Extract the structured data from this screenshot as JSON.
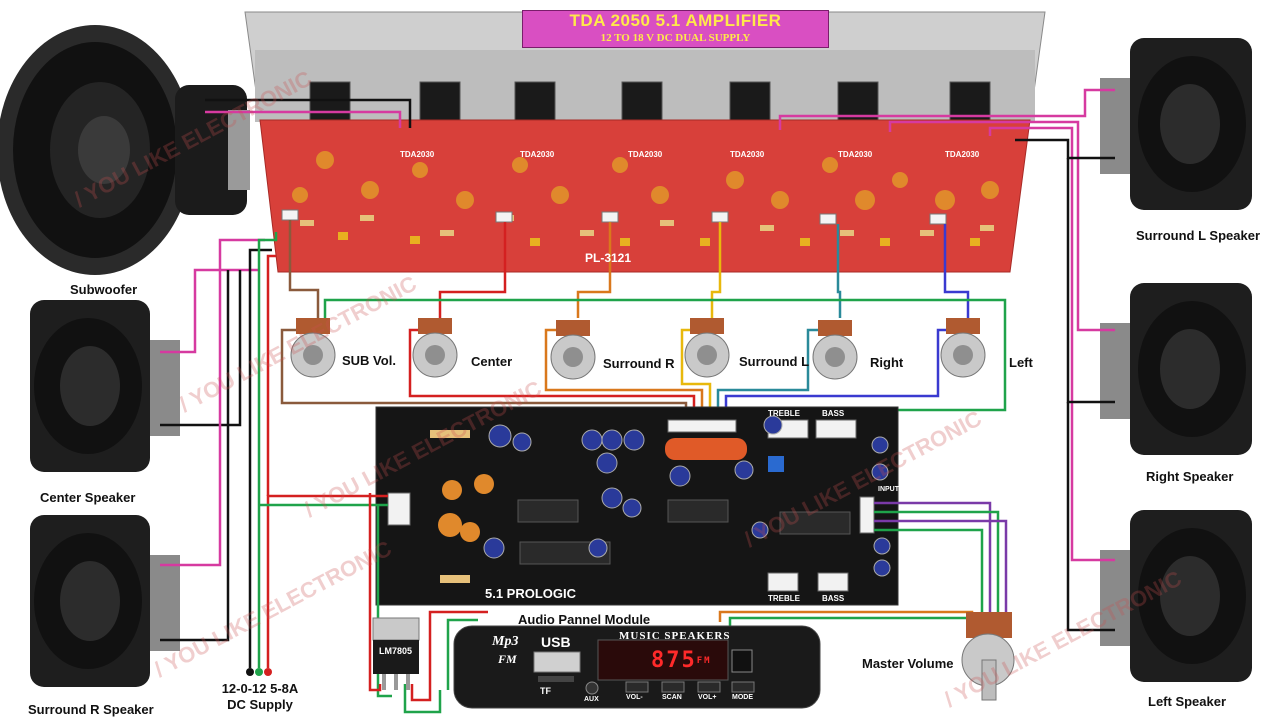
{
  "amplifier": {
    "title": "TDA 2050 5.1 AMPLIFIER",
    "subtitle": "12 TO 18 V DC DUAL SUPPLY",
    "board_code": "PL-3121",
    "chip_label": "TDA2030"
  },
  "potentiometers": [
    {
      "label": "SUB Vol."
    },
    {
      "label": "Center"
    },
    {
      "label": "Surround R"
    },
    {
      "label": "Surround L"
    },
    {
      "label": "Right"
    },
    {
      "label": "Left"
    }
  ],
  "speakers": {
    "subwoofer": "Subwoofer",
    "center": "Center Speaker",
    "surround_r": "Surround R Speaker",
    "surround_l": "Surround L Speaker",
    "right": "Right Speaker",
    "left": "Left Speaker"
  },
  "module": {
    "name": "Audio Pannel Module",
    "silk": "5.1 PROLOGIC",
    "treble": "TREBLE",
    "bass": "BASS",
    "input": "INPUT"
  },
  "regulator": "LM7805",
  "mp3": {
    "brand_line1": "Mp3",
    "brand_line2": "FM",
    "usb": "USB",
    "title": "MUSIC SPEAKERS",
    "display": "875",
    "display_suffix": "FM",
    "tf": "TF",
    "aux": "AUX",
    "buttons": [
      "VOL-",
      "SCAN",
      "VOL+",
      "MODE"
    ]
  },
  "master_volume": "Master Volume",
  "supply": {
    "line1": "12-0-12 5-8A",
    "line2": "DC Supply"
  },
  "watermark": "/ YOU LIKE ELECTRONIC",
  "colors": {
    "pcb_red": "#d8403a",
    "pcb_black": "#151515",
    "heatsink": "#c9c9c9",
    "wire_pink": "#d63aa0",
    "wire_black": "#111111",
    "wire_green": "#1fa34a",
    "wire_red": "#d42020",
    "wire_brown": "#8a5a3c",
    "wire_orange": "#d9781c",
    "wire_yellow": "#e8b80c",
    "wire_teal": "#2a8a9a",
    "wire_blue": "#3a3ad0",
    "wire_purple": "#7a3aa8"
  }
}
